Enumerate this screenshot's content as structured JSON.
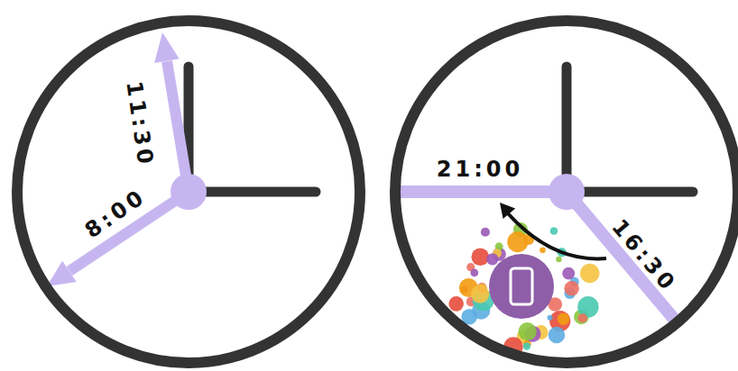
{
  "diagram": {
    "nodes": [
      {
        "text": [
          "11:30",
          "8:00"
        ]
      },
      {
        "text": [
          "21:00",
          "16:30"
        ]
      }
    ]
  }
}
